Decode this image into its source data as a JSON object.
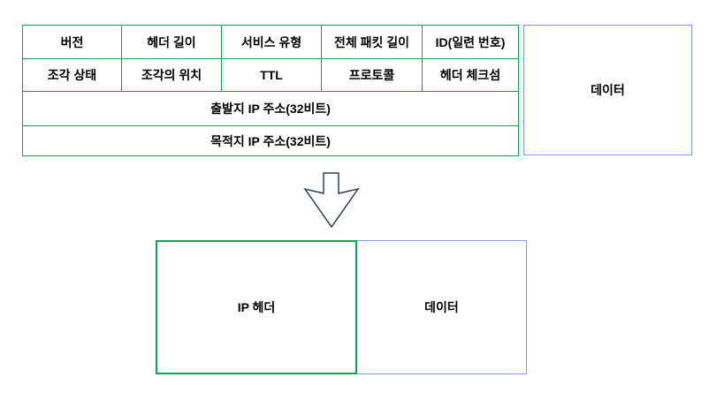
{
  "colors": {
    "table_border": "#00A651",
    "data_border": "#8296F0",
    "arrow_outline": "#2E3D5F",
    "text": "#000000",
    "background": "#FFFFFF"
  },
  "packet_diagram": {
    "row1": [
      "버전",
      "헤더 길이",
      "서비스 유형",
      "전체 패킷 길이",
      "ID(일련 번호)"
    ],
    "row2": [
      "조각 상태",
      "조각의 위치",
      "TTL",
      "프로토콜",
      "헤더 체크섬"
    ],
    "source_ip": "출발지 IP 주소(32비트)",
    "dest_ip": "목적지 IP 주소(32비트)",
    "data_label": "데이터"
  },
  "result_diagram": {
    "ip_header_label": "IP 헤더",
    "data_label": "데이터"
  }
}
